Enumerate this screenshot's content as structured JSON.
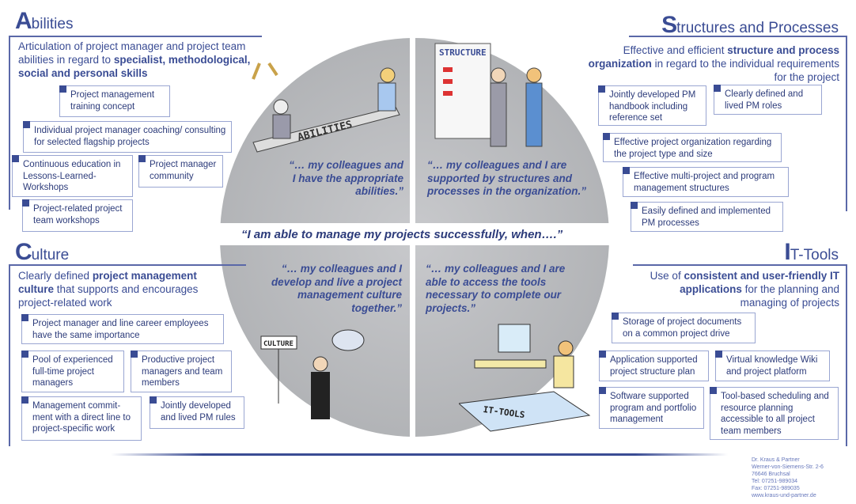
{
  "central_quote": "“I am able to manage my projects successfully, when….”",
  "abilities": {
    "heading_cap": "A",
    "heading_rest": "bilities",
    "intro_plain": "Articulation of project manager and project team abilities in regard to ",
    "intro_bold": "specialist, methodological, social and personal skills",
    "quote": "“… my colleagues and I have the appropriate abilities.”",
    "sign": "ABILITIES",
    "items": [
      "Project management training concept",
      "Individual project manager coaching/ consulting for selected flagship projects",
      "Continuous education in Lessons-Learned-Workshops",
      "Project manager community",
      "Project-related project team workshops"
    ]
  },
  "structures": {
    "heading_cap": "S",
    "heading_rest": "tructures and Processes",
    "intro_plain1": "Effective and efficient ",
    "intro_bold": "structure and process organization",
    "intro_plain2": " in regard to the individual requirements for the project",
    "quote": "“… my colleagues and I are supported by structures and processes in the organization.”",
    "sign": "STRUCTURE",
    "items": [
      "Jointly developed PM handbook including reference set",
      "Clearly defined and lived PM roles",
      "Effective project organization regarding the project type and size",
      "Effective multi-project and program management structures",
      "Easily defined and implemented PM processes"
    ]
  },
  "culture": {
    "heading_cap": "C",
    "heading_rest": "ulture",
    "intro_plain1": "Clearly defined ",
    "intro_bold": "project management culture",
    "intro_plain2": " that supports and encourages project-related work",
    "quote": "“… my colleagues and I develop and live a project management culture together.”",
    "sign": "CULTURE",
    "items": [
      "Project manager and line career employees have the same importance",
      "Pool of experienced full-time project managers",
      "Productive project managers and team members",
      "Management commit-ment with a direct line to project-specific work",
      "Jointly developed and lived PM rules"
    ]
  },
  "ittools": {
    "heading_cap": "I",
    "heading_rest": "T-Tools",
    "intro_plain1": "Use of ",
    "intro_bold": "consistent and user-friendly IT applications",
    "intro_plain2": " for the planning and managing of projects",
    "quote": "“… my colleagues and I are able to access the tools necessary to complete our projects.”",
    "sign": "IT-TOOLS",
    "items": [
      "Storage of project documents on a common project drive",
      "Application supported project structure plan",
      "Virtual knowledge Wiki and project platform",
      "Software supported program and portfolio management",
      "Tool-based scheduling and resource planning accessible to all project team members"
    ]
  },
  "address": [
    "Dr. Kraus & Partner",
    "Werner-von-Siemens-Str. 2-6",
    "76646 Bruchsal",
    "Tel: 07251-989034",
    "Fax: 07251-989035",
    "www.kraus-und-partner.de"
  ],
  "colors": {
    "primary": "#3a4c94",
    "box_border": "#9aa6d2",
    "circle": "#b3b4b7"
  }
}
